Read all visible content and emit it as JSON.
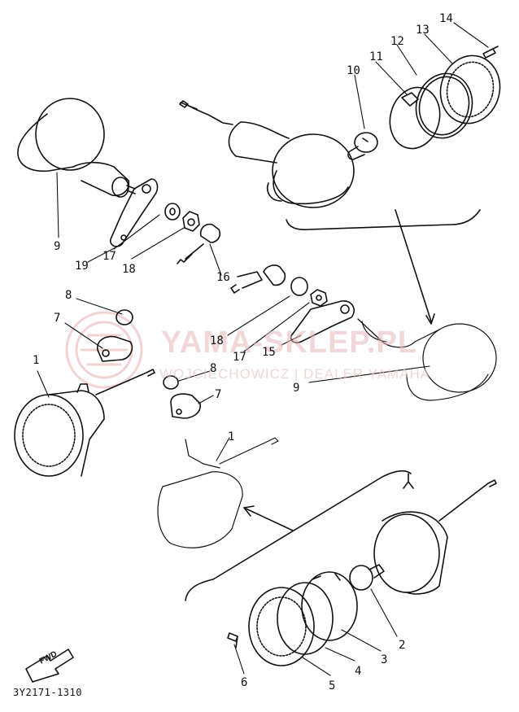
{
  "watermark": {
    "title": "YAMA-SKLEP.PL",
    "subtitle": "WOJCIECHOWICZ | DEALER YAMAHA"
  },
  "diagram_code": "3Y2171-1310",
  "fwd_label": "FWD",
  "callouts": [
    {
      "id": "c14",
      "text": "14"
    },
    {
      "id": "c13",
      "text": "13"
    },
    {
      "id": "c12",
      "text": "12"
    },
    {
      "id": "c11",
      "text": "11"
    },
    {
      "id": "c10",
      "text": "10"
    },
    {
      "id": "c9a",
      "text": "9"
    },
    {
      "id": "c19",
      "text": "19"
    },
    {
      "id": "c17a",
      "text": "17"
    },
    {
      "id": "c18a",
      "text": "18"
    },
    {
      "id": "c16",
      "text": "16"
    },
    {
      "id": "c8a",
      "text": "8"
    },
    {
      "id": "c7a",
      "text": "7"
    },
    {
      "id": "c1a",
      "text": "1"
    },
    {
      "id": "c18b",
      "text": "18"
    },
    {
      "id": "c17b",
      "text": "17"
    },
    {
      "id": "c15",
      "text": "15"
    },
    {
      "id": "c9b",
      "text": "9"
    },
    {
      "id": "c8b",
      "text": "8"
    },
    {
      "id": "c7b",
      "text": "7"
    },
    {
      "id": "c1b",
      "text": "1"
    },
    {
      "id": "c2",
      "text": "2"
    },
    {
      "id": "c3",
      "text": "3"
    },
    {
      "id": "c4",
      "text": "4"
    },
    {
      "id": "c5",
      "text": "5"
    },
    {
      "id": "c6",
      "text": "6"
    }
  ]
}
